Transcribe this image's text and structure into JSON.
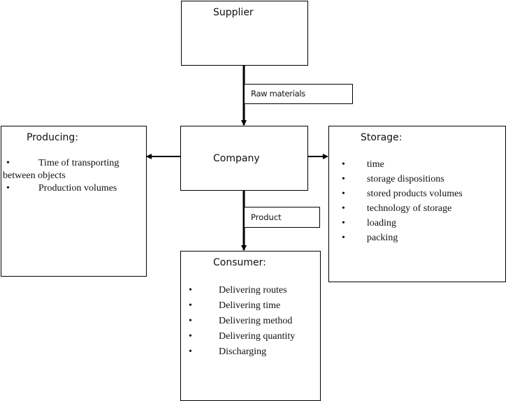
{
  "nodes": {
    "supplier": {
      "title": "Supplier"
    },
    "company": {
      "title": "Company"
    },
    "producing": {
      "title": "Producing:",
      "items": [
        "Time of transporting",
        "between objects",
        "Production volumes"
      ]
    },
    "storage": {
      "title": "Storage:",
      "items": [
        "time",
        "storage dispositions",
        "stored products volumes",
        "technology of storage",
        "loading",
        "packing"
      ]
    },
    "consumer": {
      "title": "Consumer:",
      "items": [
        "Delivering routes",
        "Delivering time",
        "Delivering method",
        "Delivering quantity",
        "Discharging"
      ]
    }
  },
  "edges": {
    "supplier_to_company": {
      "label": "Raw materials"
    },
    "company_to_consumer": {
      "label": "Product"
    },
    "company_to_producing": {
      "label": ""
    },
    "company_to_storage": {
      "label": ""
    }
  },
  "bullet_glyph": "•"
}
